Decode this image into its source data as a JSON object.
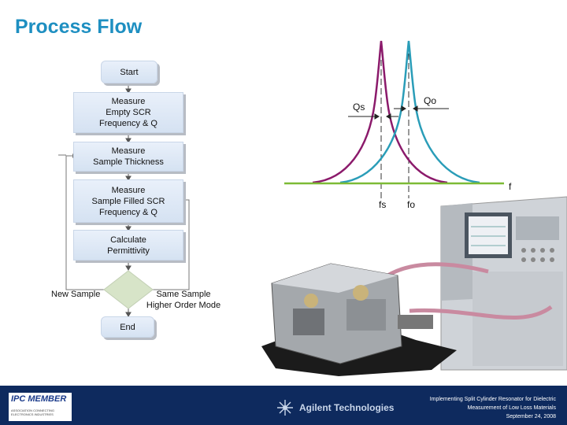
{
  "title": "Process Flow",
  "flowchart": {
    "start": "Start",
    "step1": [
      "Measure",
      "Empty SCR",
      "Frequency & Q"
    ],
    "step2": [
      "Measure",
      "Sample Thickness"
    ],
    "step3": [
      "Measure",
      "Sample Filled SCR",
      "Frequency & Q"
    ],
    "step4": [
      "Calculate",
      "Permittivity"
    ],
    "left_branch": "New Sample",
    "right_branch": [
      "Same Sample",
      "Higher Order Mode"
    ],
    "end": "End"
  },
  "resonance_plot": {
    "q_sample": "Qs",
    "q_empty": "Qo",
    "axis_label": "f",
    "f_sample": "fs",
    "f_empty": "fo",
    "colors": {
      "sample_curve": "#8b1a6b",
      "empty_curve": "#2a9db8",
      "axis": "#7dbb35"
    }
  },
  "footer": {
    "ipc_logo": "IPC MEMBER",
    "ipc_tagline": "ASSOCIATION CONNECTING ELECTRONICS INDUSTRIES",
    "company": "Agilent Technologies",
    "citation": [
      "Implementing Split Cylinder Resonator for Dielectric",
      "Measurement of Low Loss Materials",
      "September 24, 2008"
    ]
  }
}
